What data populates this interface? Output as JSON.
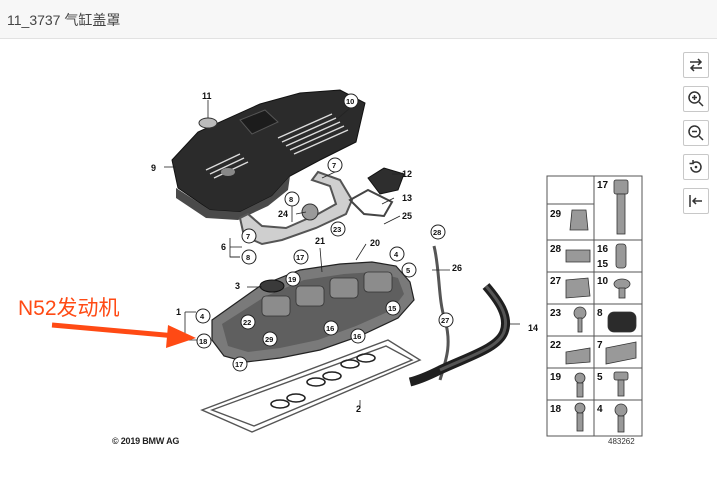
{
  "header": {
    "title": "11_3737 气缸盖罩"
  },
  "toolbar": {
    "buttons": [
      {
        "name": "swap-icon"
      },
      {
        "name": "zoom-in-icon"
      },
      {
        "name": "zoom-out-icon"
      },
      {
        "name": "reset-icon"
      },
      {
        "name": "collapse-icon"
      }
    ]
  },
  "annotation": {
    "text": "N52发动机",
    "color": "#ff4a14"
  },
  "copyright": "© 2019 BMW AG",
  "diagram_id": "483262",
  "callouts": [
    "11",
    "10",
    "9",
    "7",
    "12",
    "8",
    "13",
    "24",
    "25",
    "7",
    "6",
    "8",
    "17",
    "21",
    "23",
    "20",
    "4",
    "5",
    "26",
    "3",
    "19",
    "1",
    "4",
    "15",
    "28",
    "14",
    "22",
    "16",
    "27",
    "18",
    "17",
    "29"
  ],
  "grid": {
    "cells": [
      "29",
      "28",
      "27",
      "23",
      "22",
      "19",
      "18",
      "17",
      "16",
      "15",
      "10",
      "8",
      "7",
      "5",
      "4"
    ]
  },
  "parts": {
    "2": "2",
    "16": "16"
  }
}
